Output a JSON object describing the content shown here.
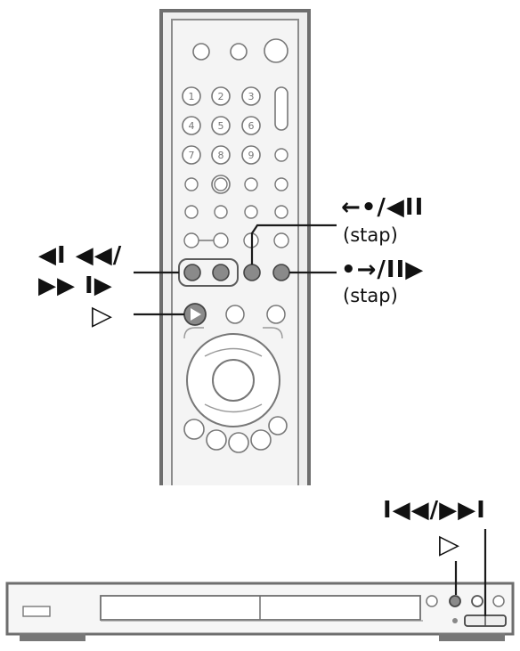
{
  "remote_keys": {
    "numbers": [
      "1",
      "2",
      "3",
      "4",
      "5",
      "6",
      "7",
      "8",
      "9",
      "0"
    ]
  },
  "labels": {
    "step_back": {
      "symbol": "←•/◀II",
      "text": "(stap)"
    },
    "step_forward": {
      "symbol": "•→/II▶",
      "text": "(stap)"
    },
    "slow_scan": {
      "line1": "◀I ◀◀/",
      "line2": "▶▶ I▶"
    },
    "play_remote": {
      "symbol": "▷"
    },
    "prev_next_player": {
      "symbol": "I◀◀/▶▶I"
    },
    "play_player": {
      "symbol": "▷"
    }
  },
  "colors": {
    "outline": "#6e6e6e",
    "remote_fill": "#eeeeee",
    "highlight": "#8a8a8a",
    "text": "#111111"
  }
}
